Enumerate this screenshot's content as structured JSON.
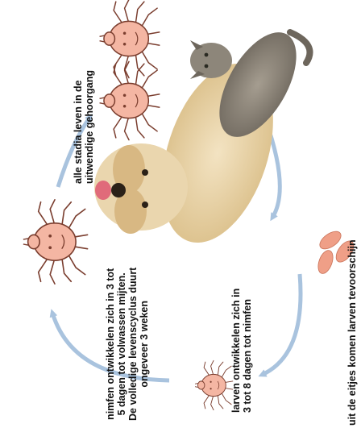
{
  "colors": {
    "arrow": "#a9c3de",
    "mite_body": "#f4b6a3",
    "mite_outline": "#7a3d2e",
    "egg": "#ef9f87",
    "egg_outline": "#c97258",
    "dog_fur": "#e8d3a8",
    "cat_fur": "#8a8378",
    "text": "#111111"
  },
  "stages": {
    "eggs": {
      "text": "uit de eitjes komen larven tevoorschijn",
      "icon": "mite-egg-icon"
    },
    "larvae": {
      "line1": "larven ontwikkelen zich in",
      "line2": "3 tot 8 dagen tot nimfen",
      "icon": "mite-larva-icon"
    },
    "nymphs": {
      "line1": "nimfen ontwikkelen zich in 3 tot",
      "line2": "5 dagen tot volwassen mijten.",
      "line3": "De volledige levenscyclus duurt",
      "line4": "ongeveer 3 weken",
      "icon": "mite-nymph-icon"
    },
    "adults": {
      "line1": "alle stadia leven in de",
      "line2": "uitwendige gehoorgang",
      "icon": "adult-mite-icon"
    }
  },
  "hosts": {
    "dog_icon": "dog-icon",
    "cat_icon": "cat-icon"
  }
}
